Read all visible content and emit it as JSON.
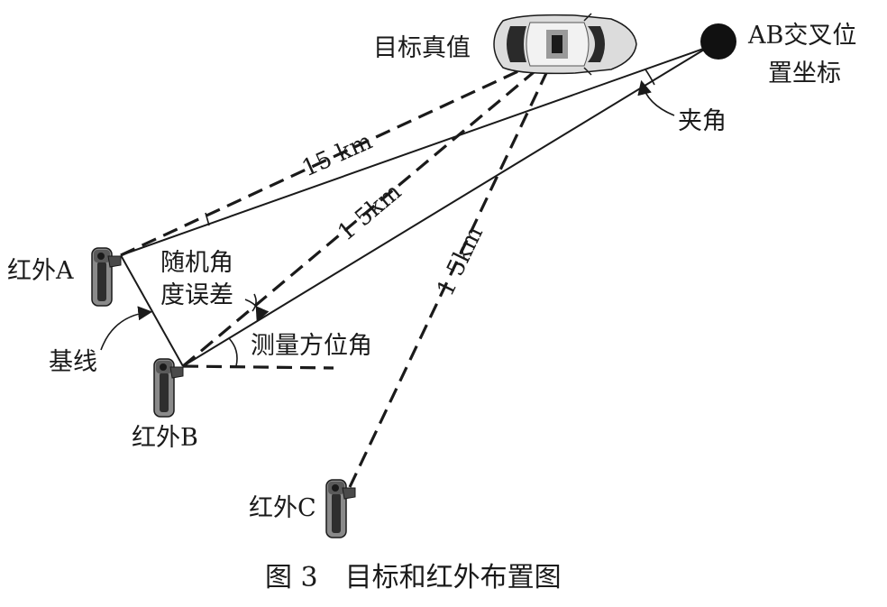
{
  "labels": {
    "target": "目标真值",
    "ab_intersect_line1": "AB交叉位",
    "ab_intersect_line2": "置坐标",
    "included_angle": "夹角",
    "dist_a": "15 km",
    "dist_b": "1 5km",
    "dist_c": "1 5km",
    "random_error_line1": "随机角",
    "random_error_line2": "度误差",
    "baseline": "基线",
    "bearing_angle": "测量方位角",
    "ir_a": "红外A",
    "ir_b": "红外B",
    "ir_c": "红外C"
  },
  "caption": "图 3　目标和红外布置图",
  "icons": {
    "car": "car-topview-icon",
    "sensor": "infrared-sensor-icon",
    "intersection": "filled-circle-marker"
  },
  "colors": {
    "ink": "#1a1a1a",
    "car_body": "#d9d9d9",
    "sensor": "#7a7a7a"
  }
}
